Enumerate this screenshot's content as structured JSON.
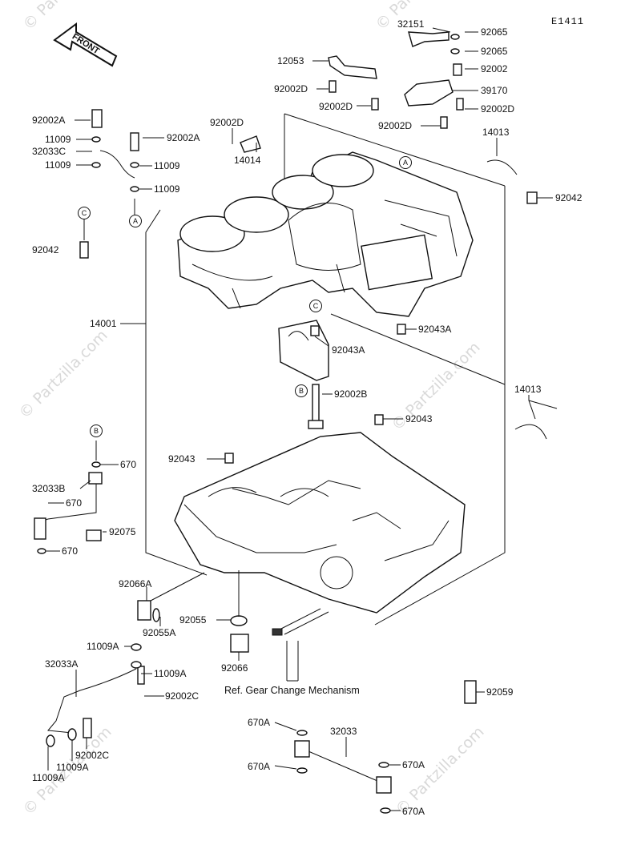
{
  "diagram_code": "E1411",
  "front_label": "FRONT",
  "watermark": "© Partzilla.com",
  "reference_note": "Ref. Gear Change Mechanism",
  "circle_refs": {
    "a": "A",
    "b": "B",
    "c": "C"
  },
  "labels": {
    "p32151": "32151",
    "p92065a": "92065",
    "p92065b": "92065",
    "p12053": "12053",
    "p92002a_top": "92002",
    "p39170": "39170",
    "p92002d_1": "92002D",
    "p92002d_2": "92002D",
    "p92002d_3": "92002D",
    "p92002d_4": "92002D",
    "p92002d_5": "92002D",
    "p92002a_1": "92002A",
    "p92002a_2": "92002A",
    "p11009_1": "11009",
    "p11009_2": "11009",
    "p11009_3": "11009",
    "p11009_4": "11009",
    "p32033c": "32033C",
    "p14014": "14014",
    "p14013_top": "14013",
    "p92042_right": "92042",
    "p92042_left": "92042",
    "p14001": "14001",
    "p92043a_1": "92043A",
    "p92043a_2": "92043A",
    "p14013_mid": "14013",
    "p92002b": "92002B",
    "p92043_1": "92043",
    "p670_1": "670",
    "p32033b": "32033B",
    "p670_2": "670",
    "p92043_2": "92043",
    "p92075": "92075",
    "p670_3": "670",
    "p92066a": "92066A",
    "p92055a": "92055A",
    "p92055": "92055",
    "p92066": "92066",
    "p11009a_1": "11009A",
    "p32033a": "32033A",
    "p11009a_2": "11009A",
    "p92002c_1": "92002C",
    "p92002c_2": "92002C",
    "p11009a_3": "11009A",
    "p11009a_4": "11009A",
    "p92059": "92059",
    "p670a_1": "670A",
    "p32033": "32033",
    "p670a_2": "670A",
    "p670a_3": "670A",
    "p670a_4": "670A"
  }
}
